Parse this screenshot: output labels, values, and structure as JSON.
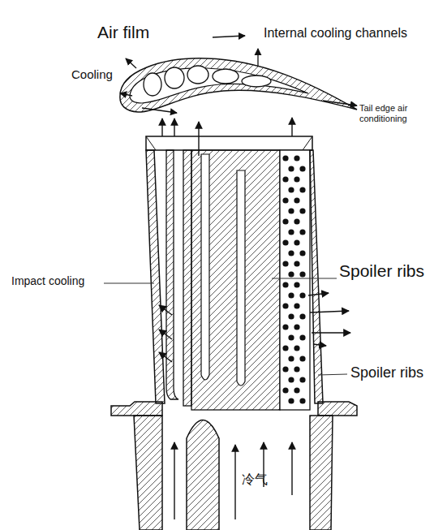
{
  "diagram": {
    "labels": [
      "Air film",
      "Internal cooling channels",
      "Cooling",
      "Tail edge air conditioning",
      "Impact cooling",
      "Spoiler ribs",
      "Spoiler ribs",
      "冷气"
    ]
  }
}
